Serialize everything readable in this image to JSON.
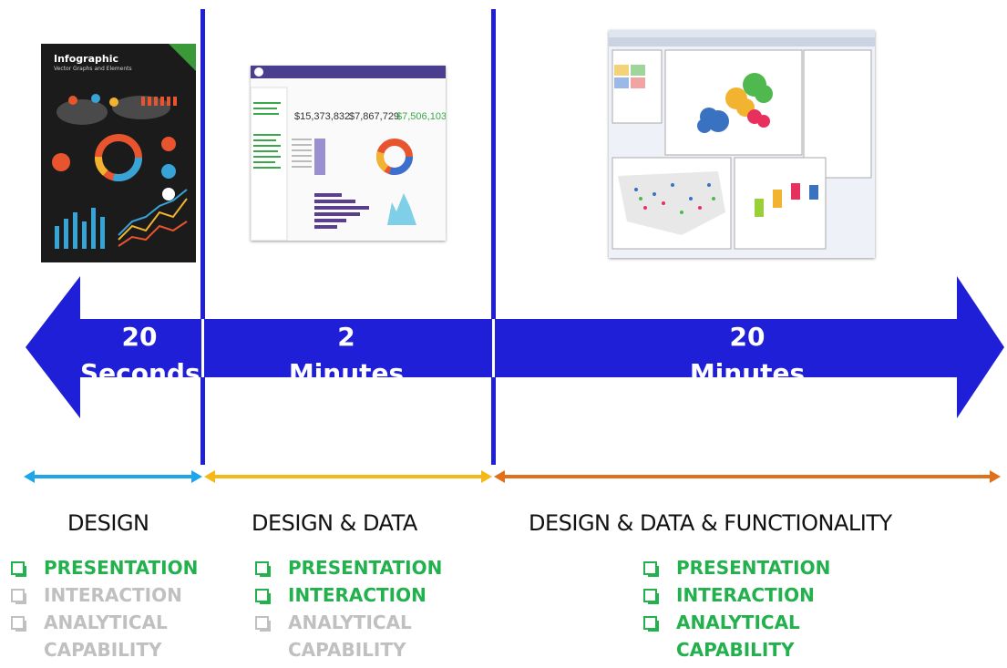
{
  "timeline": {
    "segments": [
      {
        "number": "20",
        "unit": "Seconds"
      },
      {
        "number": "2",
        "unit": "Minutes"
      },
      {
        "number": "20",
        "unit": "Minutes"
      }
    ]
  },
  "colors": {
    "arrow": "#1f1fd8",
    "range_design": "#1fa6e8",
    "range_design_data": "#f5b816",
    "range_full": "#e0701a",
    "active": "#22b14c",
    "inactive": "#c0c0c0"
  },
  "columns": [
    {
      "heading": "DESIGN",
      "items": [
        {
          "label": "PRESENTATION",
          "active": true
        },
        {
          "label": "INTERACTION",
          "active": false
        },
        {
          "label": "ANALYTICAL\nCAPABILITY",
          "active": false
        }
      ]
    },
    {
      "heading": "DESIGN & DATA",
      "items": [
        {
          "label": "PRESENTATION",
          "active": true
        },
        {
          "label": "INTERACTION",
          "active": true
        },
        {
          "label": "ANALYTICAL\nCAPABILITY",
          "active": false
        }
      ]
    },
    {
      "heading": "DESIGN & DATA & FUNCTIONALITY",
      "items": [
        {
          "label": "PRESENTATION",
          "active": true
        },
        {
          "label": "INTERACTION",
          "active": true
        },
        {
          "label": "ANALYTICAL\nCAPABILITY",
          "active": true
        }
      ]
    }
  ],
  "thumbnails": {
    "infographic": {
      "title": "Infographic",
      "subtitle": "Vector Graphs and Elements"
    },
    "dashboard": {
      "stats": [
        "$15,373,832",
        "$7,867,729",
        "$7,506,103"
      ]
    }
  }
}
